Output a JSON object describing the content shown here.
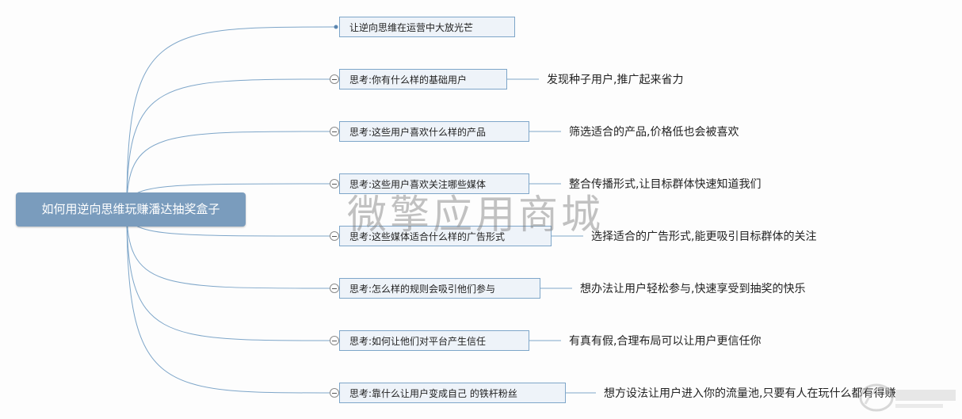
{
  "root": {
    "label": "如何用逆向思维玩赚潘达抽奖盒子"
  },
  "branches": [
    {
      "label": "让逆向思维在运营中大放光芒",
      "leaf": ""
    },
    {
      "label": "思考:你有什么样的基础用户",
      "leaf": "发现种子用户,推广起来省力"
    },
    {
      "label": "思考:这些用户喜欢什么样的产品",
      "leaf": "筛选适合的产品,价格低也会被喜欢"
    },
    {
      "label": "思考:这些用户喜欢关注哪些媒体",
      "leaf": "整合传播形式,让目标群体快速知道我们"
    },
    {
      "label": "思考:这些媒体适合什么样的广告形式",
      "leaf": "选择适合的广告形式,能更吸引目标群体的关注"
    },
    {
      "label": "思考:怎么样的规则会吸引他们参与",
      "leaf": "想办法让用户轻松参与,快速享受到抽奖的快乐"
    },
    {
      "label": "思考:如何让他们对平台产生信任",
      "leaf": "有真有假,合理布局可以让用户更信任你"
    },
    {
      "label": "思考:靠什么让用户变成自己 的铁杆粉丝",
      "leaf": "想方设法让用户进入你的流量池,只要有人在玩什么都有得赚"
    }
  ],
  "watermark": "微擎应用商城",
  "colors": {
    "line": "#7ea6c9",
    "root_bg": "#7a9cbd",
    "node_bg": "#eef3f9"
  }
}
